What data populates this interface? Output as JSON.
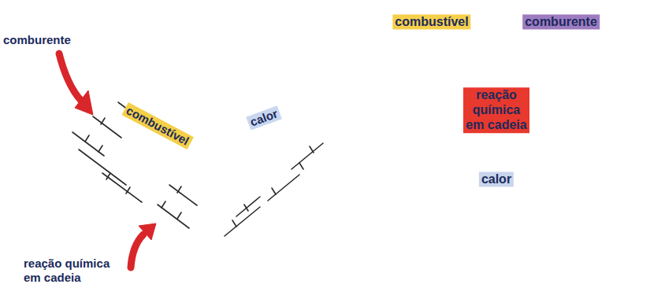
{
  "diagram": {
    "nodes": [
      {
        "text": [
          "combustível"
        ]
      },
      {
        "text": [
          "calor"
        ]
      },
      {
        "text": [
          "combustível"
        ]
      },
      {
        "text": [
          "comburente"
        ]
      },
      {
        "text": [
          "reação química em cadeia"
        ]
      },
      {
        "text": [
          "calor"
        ]
      }
    ],
    "labels": [
      "comburente",
      "reação química em cadeia"
    ]
  }
}
